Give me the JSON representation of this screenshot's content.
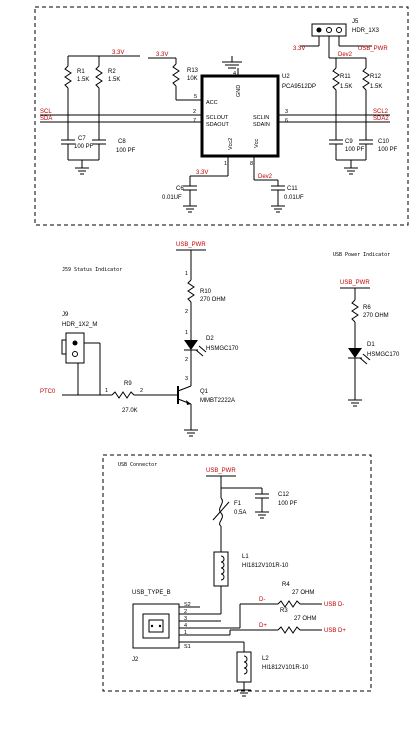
{
  "colors": {
    "wire": "#000000",
    "net": "#c00000",
    "ic_fill": "#ffffff"
  },
  "sections": {
    "j59_title": "J59 Status Indicator",
    "usb_power_title": "USB Power Indicator",
    "usb_connector_title": "USB Connector"
  },
  "i2c": {
    "u2_ref": "U2",
    "u2_part": "PCA9512DP",
    "pins": {
      "acc": "ACC",
      "gnd": "GND",
      "sclout": "SCLOUT",
      "sdaout": "SDAOUT",
      "sclin": "SCLIN",
      "sdain": "SDAIN",
      "vcc2": "Vcc2",
      "vcc": "Vcc"
    },
    "pin_numbers": {
      "acc": "5",
      "gnd": "4",
      "sclout": "2",
      "sdaout": "7",
      "sclin": "3",
      "sdain": "6",
      "vcc2": "1",
      "vcc": "8"
    },
    "r1": {
      "ref": "R1",
      "val": "1.5K"
    },
    "r2": {
      "ref": "R2",
      "val": "1.5K"
    },
    "r13": {
      "ref": "R13",
      "val": "10K"
    },
    "r11": {
      "ref": "R11",
      "val": "1.5K"
    },
    "r12": {
      "ref": "R12",
      "val": "1.5K"
    },
    "c7": {
      "ref": "C7",
      "val": "100 PF"
    },
    "c8": {
      "ref": "C8",
      "val": "100 PF"
    },
    "c9": {
      "ref": "C9",
      "val": "100 PF"
    },
    "c10": {
      "ref": "C10",
      "val": "100 PF"
    },
    "c6": {
      "ref": "C6",
      "val": "0.01UF"
    },
    "c11": {
      "ref": "C11",
      "val": "0.01UF"
    },
    "j5": {
      "ref": "J5",
      "part": "HDR_1X3"
    },
    "nets": {
      "v33": "3.3V",
      "usb_pwr": "USB_PWR",
      "dev2": "Dev2",
      "scl": "SCL",
      "sda": "SDA",
      "scl2": "SCL2",
      "sda2": "SDA2"
    }
  },
  "status": {
    "usb_pwr": "USB_PWR",
    "r10": {
      "ref": "R10",
      "val": "270 OHM"
    },
    "d2": {
      "ref": "D2",
      "part": "HSMGC170"
    },
    "q1": {
      "ref": "Q1",
      "part": "MMBT2222A"
    },
    "r9": {
      "ref": "R9",
      "val": "27.0K"
    },
    "j9": {
      "ref": "J9",
      "part": "HDR_1X2_M"
    },
    "ptc_net": "PTC0",
    "pin_labels": [
      "1",
      "2",
      "1",
      "2",
      "1",
      "2",
      "3"
    ]
  },
  "power_indicator": {
    "usb_pwr": "USB_PWR",
    "r6": {
      "ref": "R6",
      "val": "270 OHM"
    },
    "d1": {
      "ref": "D1",
      "part": "HSMGC170"
    }
  },
  "usb": {
    "usb_pwr": "USB_PWR",
    "f1": {
      "ref": "F1",
      "val": "0.5A"
    },
    "c12": {
      "ref": "C12",
      "val": "100 PF"
    },
    "l1": {
      "ref": "L1",
      "part": "HI1812V101R-10"
    },
    "l2": {
      "ref": "L2",
      "part": "HI1812V101R-10"
    },
    "j2": {
      "ref": "J2",
      "part": "USB_TYPE_B"
    },
    "r4": {
      "ref": "R4",
      "val": "27 OHM"
    },
    "r3": {
      "ref": "R3",
      "val": "27 OHM"
    },
    "dminus": "D-",
    "dplus": "D+",
    "usb_dminus": "USB D-",
    "usb_dplus": "USB D+",
    "pins": [
      "S2",
      "2",
      "3",
      "4",
      "1",
      "S1"
    ]
  }
}
